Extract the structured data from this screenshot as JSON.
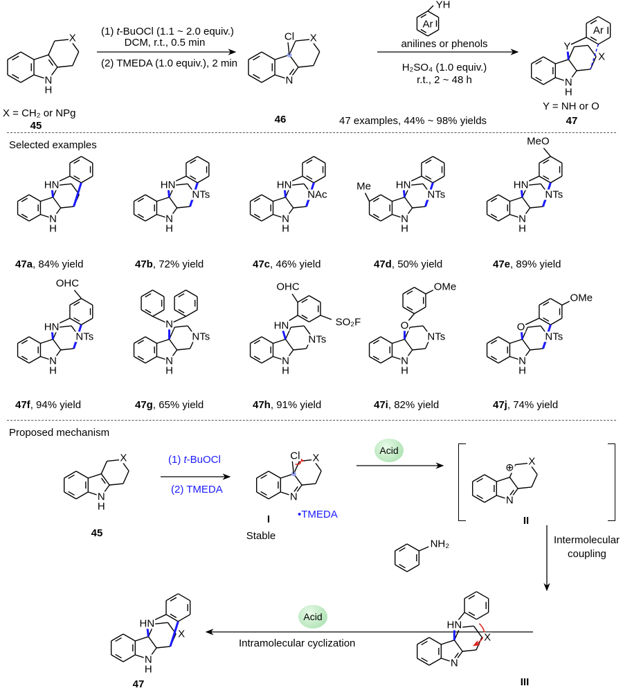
{
  "scheme": {
    "step1": {
      "line1_prefix": "(1) ",
      "line1_italic": "t",
      "line1_rest": "-BuOCl (1.1 ~ 2.0 equiv.)",
      "line2": "DCM, r.t., 0.5 min",
      "line3": "(2) TMEDA (1.0 equiv.), 2 min"
    },
    "x_def": "X = CH₂ or NPg",
    "sm_label": "45",
    "int_label": "46",
    "step2": {
      "line1": "anilines or phenols",
      "line2": "H₂SO₄ (1.0 equiv.)",
      "line3": "r.t., 2 ~ 48 h"
    },
    "y_def": "Y = NH or O",
    "product_label": "47",
    "summary": "47 examples, 44%  ~ 98% yields"
  },
  "atoms": {
    "N": "N",
    "H": "H",
    "X": "X",
    "Cl": "Cl",
    "HN": "HN",
    "Y": "Y",
    "Ar": "Ar",
    "YH": "YH",
    "NTs": "NTs",
    "NAc": "NAc",
    "Me": "Me",
    "MeO": "MeO",
    "OHC": "OHC",
    "SO2F": "SO₂F",
    "OMe": "OMe",
    "O": "O",
    "NH2": "NH₂",
    "plus": "⊕"
  },
  "examples": {
    "heading": "Selected examples",
    "items": [
      {
        "id": "47a",
        "yield": ", 84% yield"
      },
      {
        "id": "47b",
        "yield": ", 72% yield"
      },
      {
        "id": "47c",
        "yield": ", 46% yield"
      },
      {
        "id": "47d",
        "yield": ", 50% yield"
      },
      {
        "id": "47e",
        "yield": ", 89% yield"
      },
      {
        "id": "47f",
        "yield": ", 94% yield"
      },
      {
        "id": "47g",
        "yield": ", 65% yield"
      },
      {
        "id": "47h",
        "yield": ", 91% yield"
      },
      {
        "id": "47i",
        "yield": ", 82% yield"
      },
      {
        "id": "47j",
        "yield": ", 74% yield"
      }
    ]
  },
  "mechanism": {
    "heading": "Proposed mechanism",
    "reagent1_prefix": "(1) ",
    "reagent1_italic": "t",
    "reagent1_rest": "-BuOCl",
    "reagent2": "(2) TMEDA",
    "sm_label": "45",
    "stable": "Stable",
    "int1_label": "I",
    "tmeda": "•TMEDA",
    "acid1": "Acid",
    "int2_label": "II",
    "coupling1": "Intermolecular",
    "coupling2": "coupling",
    "int3_label": "III",
    "acid2": "Acid",
    "cyclization": "Intramolecular cyclization",
    "product_label": "47"
  },
  "colors": {
    "highlight_bond": "#1a1aff",
    "reagent_text": "#1a1aff",
    "curved_arrow": "#e0201c",
    "radical_dot": "#9aa6ee",
    "acid_bubble": "#9fdca5"
  }
}
